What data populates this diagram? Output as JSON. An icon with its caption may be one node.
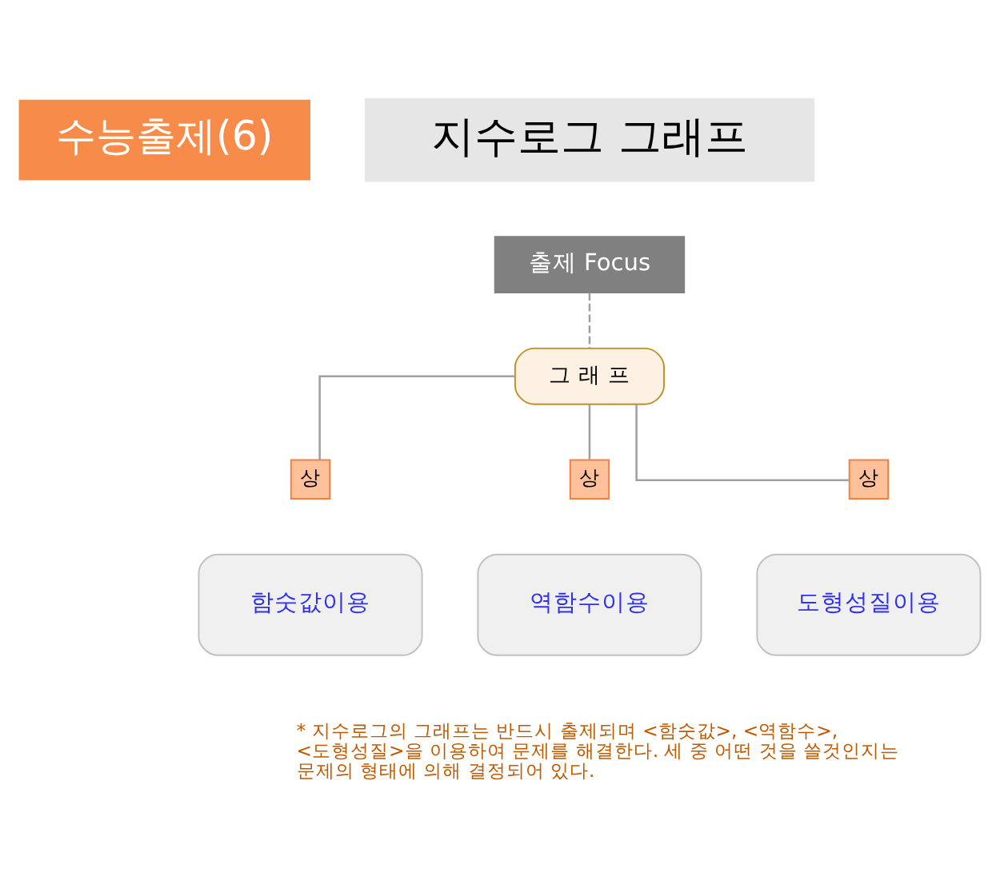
{
  "diagram": {
    "nodes": [
      {
        "text": [
          "수능출제(6)"
        ]
      },
      {
        "text": [
          "지수로그 그래프"
        ]
      },
      {
        "text": [
          "출제 Focus"
        ]
      },
      {
        "text": [
          "그 래 프"
        ]
      },
      {
        "text": [
          "상"
        ]
      },
      {
        "text": [
          "상"
        ]
      },
      {
        "text": [
          "상"
        ]
      },
      {
        "text": [
          "함숫값이용"
        ]
      },
      {
        "text": [
          "역함수이용"
        ]
      },
      {
        "text": [
          "도형성질이용"
        ]
      }
    ],
    "edges": [
      {
        "from": 2,
        "to": 3,
        "arrow": "none",
        "style": "dashed"
      },
      {
        "from": 3,
        "to": 4,
        "arrow": "none"
      },
      {
        "from": 3,
        "to": 5,
        "arrow": "none"
      },
      {
        "from": 3,
        "to": 6,
        "arrow": "none"
      }
    ],
    "labels": [
      "* 지수로그의 그래프는 반드시 출제되며 <함숫값>, <역함수>, <도형성질>을 이용하여 문제를 해결한다. 세 중 어떤 것을 쓸것인지는 문제의 형태에 의해 결정되어 있다."
    ]
  }
}
